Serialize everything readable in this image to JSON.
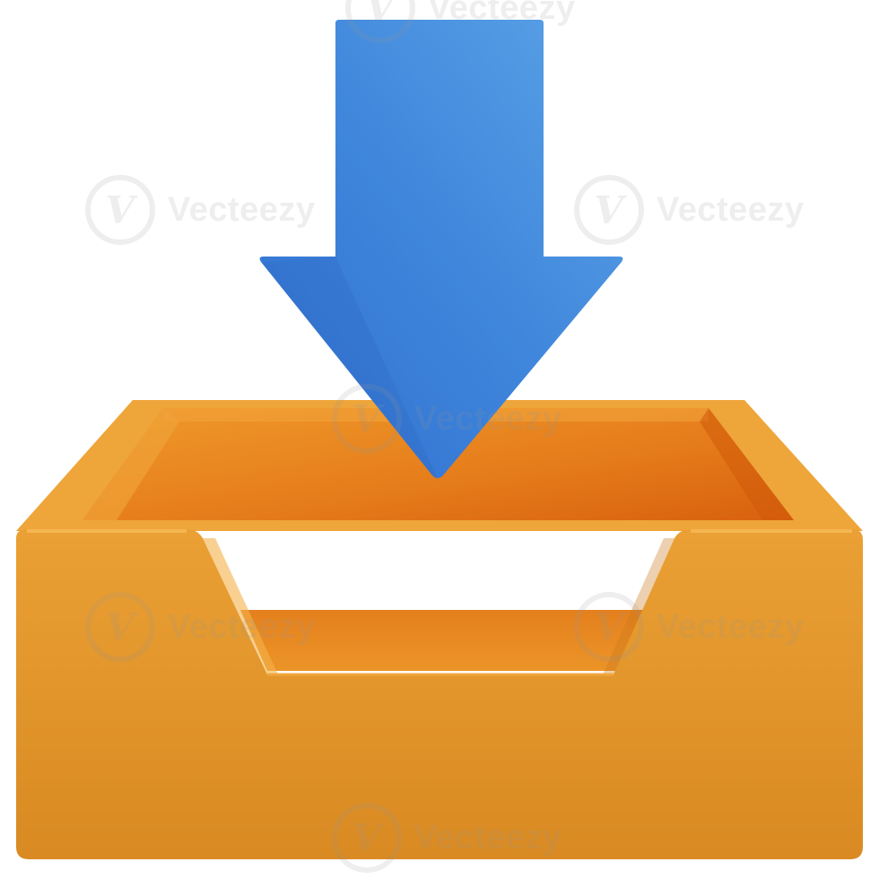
{
  "illustration": {
    "subject": "download-to-inbox-tray",
    "arrow_icon": "download-arrow-icon",
    "tray_icon": "inbox-tray-icon",
    "colors": {
      "background": "#ffffff",
      "arrow_light": "#5ba3e6",
      "arrow_mid": "#3f86dc",
      "arrow_dark": "#2f6fcf",
      "tray_front": "#e79b2e",
      "tray_front_dark": "#d9891f",
      "tray_inner": "#e57b1a",
      "tray_inner_dark": "#d8610e",
      "tray_rim": "#f0aa3c"
    }
  },
  "watermark": {
    "text": "Vecteezy",
    "logo_glyph": "V"
  }
}
